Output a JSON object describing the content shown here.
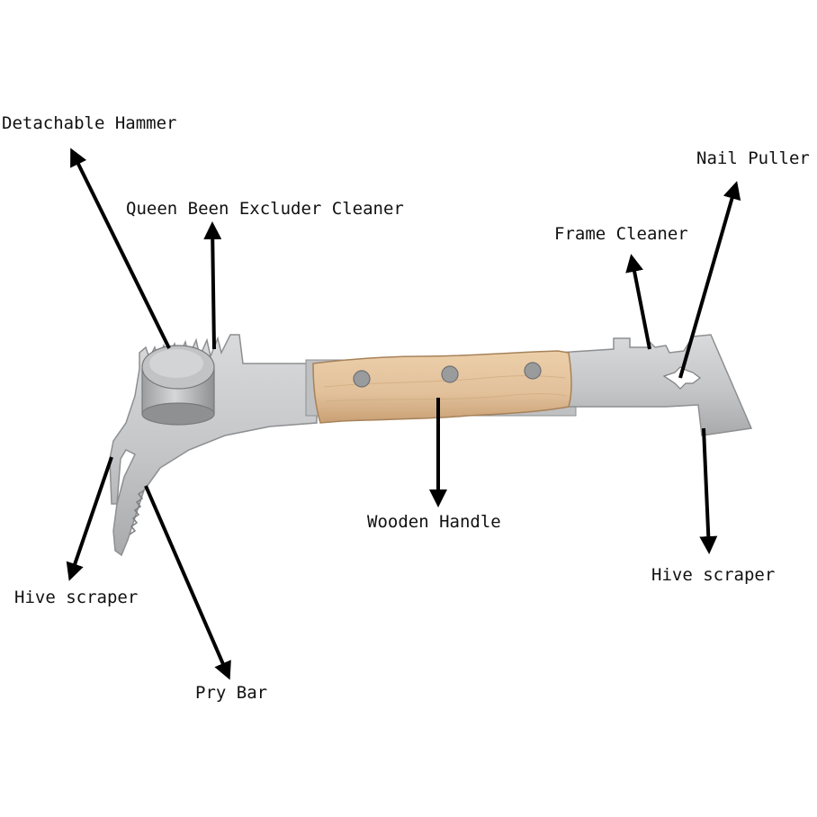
{
  "labels": {
    "detachable_hammer": "Detachable Hammer",
    "queen_excluder_cleaner": "Queen Been Excluder Cleaner",
    "frame_cleaner": "Frame Cleaner",
    "nail_puller": "Nail Puller",
    "wooden_handle": "Wooden Handle",
    "hive_scraper_left": "Hive scraper",
    "hive_scraper_right": "Hive scraper",
    "pry_bar": "Pry Bar"
  },
  "colors": {
    "steel": "#c9cacb",
    "steel_dark": "#8e8f91",
    "wood": "#e3c49e",
    "wood_dark": "#b88f5f",
    "arrow": "#000000"
  }
}
